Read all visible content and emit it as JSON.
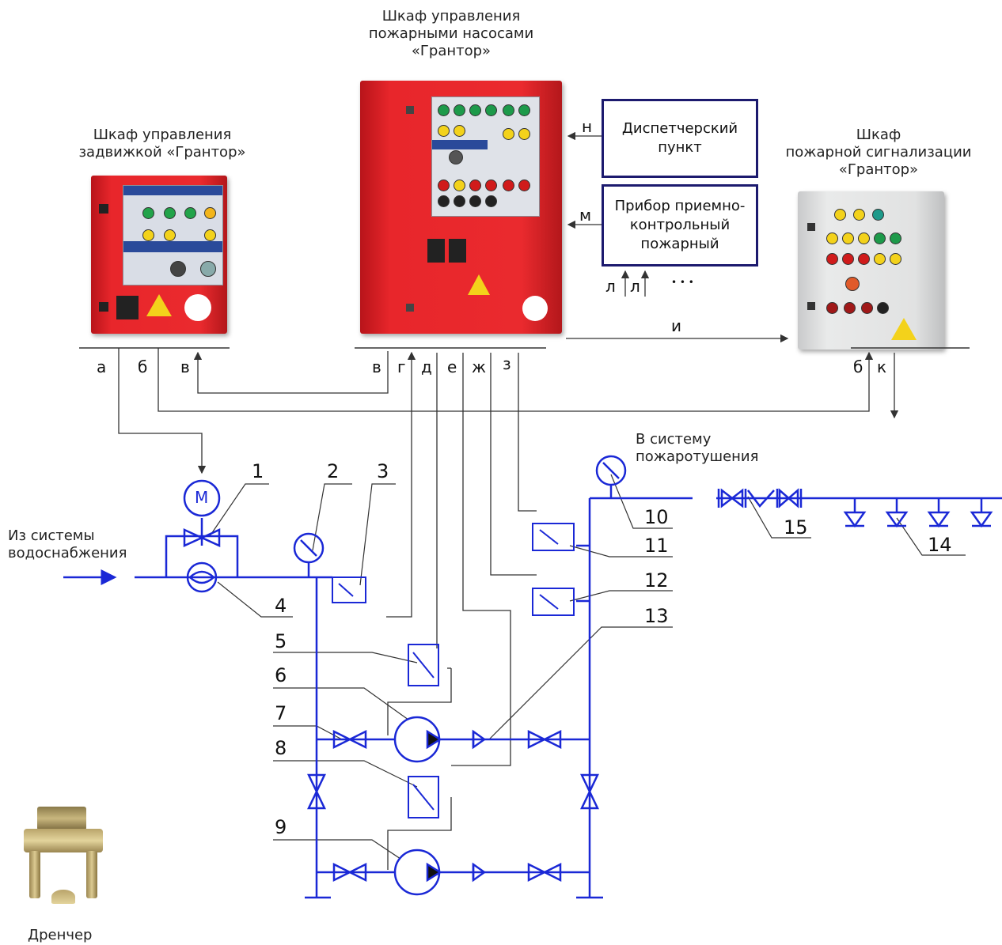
{
  "titles": {
    "pump_cabinet": [
      "Шкаф управления",
      "пожарными насосами",
      "«Грантор»"
    ],
    "valve_cabinet": [
      "Шкаф управления",
      "задвижкой «Грантор»"
    ],
    "alarm_cabinet": [
      "Шкаф",
      "пожарной сигнализации",
      "«Грантор»"
    ]
  },
  "boxes": {
    "dispatch": [
      "Диспетчерский",
      "пункт"
    ],
    "fire_panel": [
      "Прибор приемно-",
      "контрольный",
      "пожарный"
    ]
  },
  "signals": {
    "a": "а",
    "b": "б",
    "v": "в",
    "g": "г",
    "d": "д",
    "e": "е",
    "zh": "ж",
    "z": "з",
    "i": "и",
    "k": "к",
    "l": "л",
    "m": "м",
    "n": "н",
    "dots": "• • •"
  },
  "notes": {
    "inlet": [
      "Из системы",
      "водоснабжения"
    ],
    "outlet": [
      "В систему",
      "пожаротушения"
    ],
    "drencher": "Дренчер",
    "motor": "М"
  },
  "numbers": [
    "1",
    "2",
    "3",
    "4",
    "5",
    "6",
    "7",
    "8",
    "9",
    "10",
    "11",
    "12",
    "13",
    "14",
    "15"
  ],
  "colors": {
    "pipe": "#1a28d6",
    "line": "#333333",
    "box_border": "#1c1a6e",
    "cabinet_red": "#e8262b"
  }
}
